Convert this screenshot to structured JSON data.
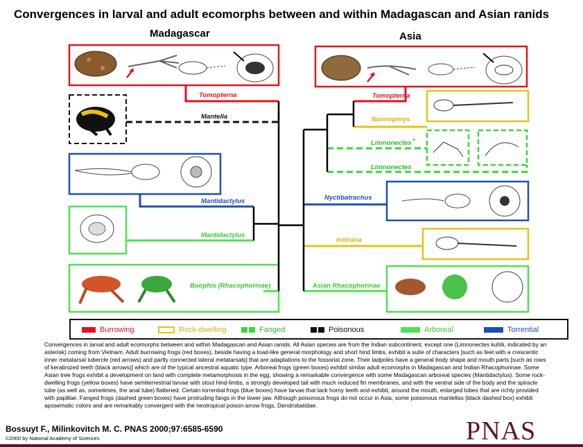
{
  "title": "Convergences in larval and adult ecomorphs between and within Madagascan and Asian ranids",
  "regions": {
    "left": "Madagascar",
    "right": "Asia"
  },
  "colors": {
    "burrowing": "#e0141e",
    "rock_dwelling": "#e6c214",
    "fanged": "#3ad43a",
    "poisonous": "#111111",
    "arboreal": "#50e050",
    "torrential": "#1c4fb4",
    "pnas": "#5c1428"
  },
  "taxa": {
    "mad_tomopterna": "Tomopterna",
    "mad_mantella": "Mantella",
    "mad_mantidactylus_torrential": "Mantidactylus",
    "mad_mantidactylus_arboreal": "Mantidactylus",
    "mad_boophis": "Boophis (Rhacophorinae)",
    "asia_tomopterna": "Tomopterna",
    "asia_nannophrys": "Nannophrys",
    "asia_limnonectes_star": "Limnonectes",
    "asia_limnonectes_star_mark": "*",
    "asia_limnonectes": "Limnonectes",
    "asia_nyctibatrachus": "Nyctibatrachus",
    "asia_indirana": "Indirana",
    "asia_rhacophorinae": "Asian Rhacophorinae"
  },
  "legend": [
    {
      "label": "Burrowing",
      "color": "#e0141e"
    },
    {
      "label": "Rock-dwelling",
      "color": "#e6c214"
    },
    {
      "label": "Fanged",
      "color": "#3ad43a",
      "dashed": true
    },
    {
      "label": "Poisonous",
      "color": "#111111",
      "dashed": true
    },
    {
      "label": "Arboreal",
      "color": "#50e050"
    },
    {
      "label": "Torrential",
      "color": "#1c4fb4"
    }
  ],
  "caption": "Convergences in larval and adult ecomorphs between and within Madagascan and Asian ranids. All Asian species are from the Indian subcontinent, except one (Limnonectes kuhlii, indicated by an asterisk) coming from Vietnam. Adult burrowing frogs (red boxes), beside having a toad-like general morphology and short hind limbs, exhibit a suite of characters [such as feet with a crescentic inner metatarsal tubercle (red arrows) and partly connected lateral metatarsals] that are adaptations to the fossorial zone. Their tadpoles have a general body shape and mouth parts [such as rows of keratinized teeth (black arrows)] which are of the typical ancestral aquatic type. Arboreal frogs (green boxes) exhibit similar adult ecomorphs in Madagascan and Indian Rhacophorinae. Some Asian tree frogs exhibit a development on land with complete metamorphosis in the egg, showing a remarkable convergence with some Madagascan arboreal species (Mantidactylus). Some rock-dwelling frogs (yellow boxes) have semiterrestrial larvae with stout hind-limbs, a strongly developed tail with much reduced fin membranes, and with the ventral side of the body and the spiracle tube (as well as, sometimes, the anal tube) flattened. Certain torrential frogs (blue boxes) have larvae that lack horny teeth and exhibit, around the mouth, enlarged lobes that are richly provided with papillae. Fanged frogs (dashed green boxes) have protruding fangs in the lower jaw. Although poisonous frogs do not occur in Asia, some poisonous mantellas (black dashed box) exhibit aposematic colors and are remarkably convergent with the neotropical poison arrow frogs, Dendrobatidae.",
  "authors": "Bossuyt F., Milinkovitch M. C. PNAS 2000;97:6585-6590",
  "copyright": "©2000 by National Academy of Sciences",
  "journal_logo": "PNAS"
}
